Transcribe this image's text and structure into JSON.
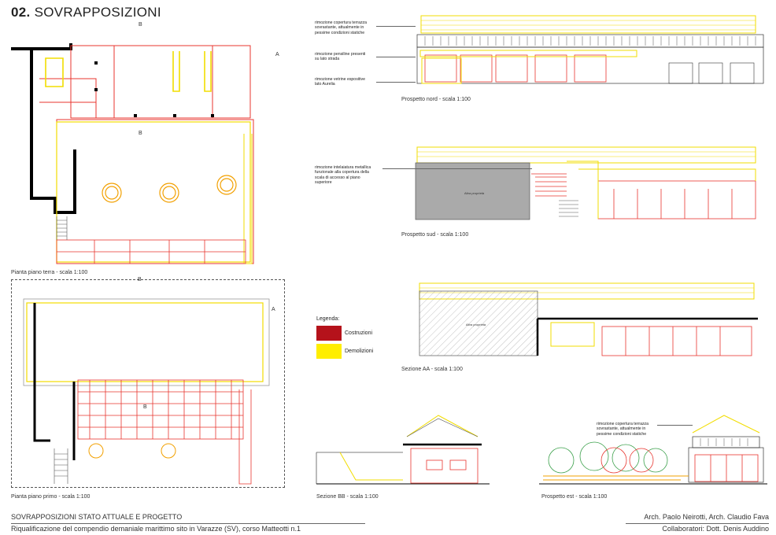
{
  "header": {
    "number": "02.",
    "title": "SOVRAPPOSIZIONI"
  },
  "drawings": {
    "pianta_terra": {
      "caption": "Pianta piano terra - scala 1:100"
    },
    "pianta_primo": {
      "caption": "Pianta piano primo - scala 1:100"
    },
    "prospetto_nord": {
      "caption": "Prospetto nord  - scala 1:100",
      "notes": [
        "rimozione copertura terrazza\nsovrastante, attualmente in\npessime condizioni statiche",
        "rimozione pensiline presenti\nsu lato strada",
        "rimozione vetrine espositive\nlato Aurelia"
      ]
    },
    "prospetto_sud": {
      "caption": "Prospetto sud  - scala 1:100",
      "notes": [
        "rimozione intelaiatura metallica\nfunzionale alla copertura della\nscala di accesso al piano\nsuperiore"
      ],
      "label_altra": "Altra proprietà"
    },
    "sezione_aa": {
      "caption": "Sezione AA - scala 1:100",
      "label_altra": "Altra proprietà"
    },
    "sezione_bb": {
      "caption": "Sezione BB - scala 1:100"
    },
    "prospetto_est": {
      "caption": "Prospetto est - scala 1:100",
      "notes": [
        "rimozione copertura terrazza\nsovrastante, attualmente in\npessime condizioni statiche"
      ]
    }
  },
  "section_markers": {
    "a": "A",
    "b": "B"
  },
  "legend": {
    "title": "Legenda:",
    "items": [
      {
        "label": "Costruzioni",
        "color": "#b5121b"
      },
      {
        "label": "Demolizioni",
        "color": "#ffee00"
      }
    ]
  },
  "footer": {
    "title": "SOVRAPPOSIZIONI STATO ATTUALE E PROGETTO",
    "subtitle": "Riqualificazione del compendio demaniale marittimo sito in Varazze (SV), corso Matteotti n.1",
    "architects": "Arch. Paolo Neirotti, Arch. Claudio Fava",
    "collaborators": "Collaboratori: Dott. Denis Auddino"
  }
}
